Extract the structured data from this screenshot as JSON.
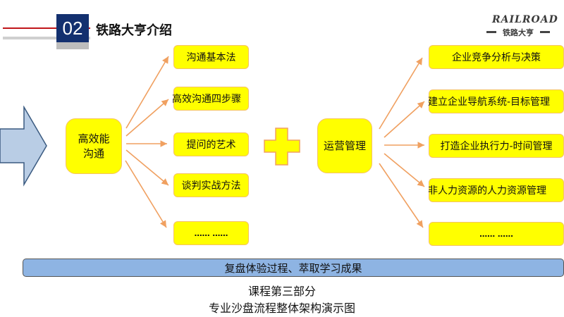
{
  "header": {
    "section_number": "02",
    "title": "铁路大亨介绍"
  },
  "logo": {
    "top_text": "RAILROAD",
    "bottom_text": "铁路大亨"
  },
  "diagram": {
    "left_hub": {
      "label_line1": "高效能",
      "label_line2": "沟通"
    },
    "left_items": [
      {
        "label": "沟通基本法"
      },
      {
        "label": "高效沟通四步骤"
      },
      {
        "label": "提问的艺术"
      },
      {
        "label": "谈判实战方法"
      },
      {
        "label": "…… ……"
      }
    ],
    "right_hub": {
      "label": "运营管理"
    },
    "right_items": [
      {
        "label": "企业竞争分析与决策"
      },
      {
        "label": "建立企业导航系统-目标管理"
      },
      {
        "label": "打造企业执行力-时间管理"
      },
      {
        "label": "非人力资源的人力资源管理"
      },
      {
        "label": "…… ……"
      }
    ],
    "colors": {
      "node_fill": "#ffff00",
      "node_border": "#f5c265",
      "arrow": "#f0a060",
      "big_arrow_fill": "#b9cde5",
      "big_arrow_stroke": "#3a5a80"
    }
  },
  "footer": {
    "band_text": "复盘体验过程、萃取学习成果",
    "caption_line1": "课程第三部分",
    "caption_line2": "专业沙盘流程整体架构演示图"
  }
}
